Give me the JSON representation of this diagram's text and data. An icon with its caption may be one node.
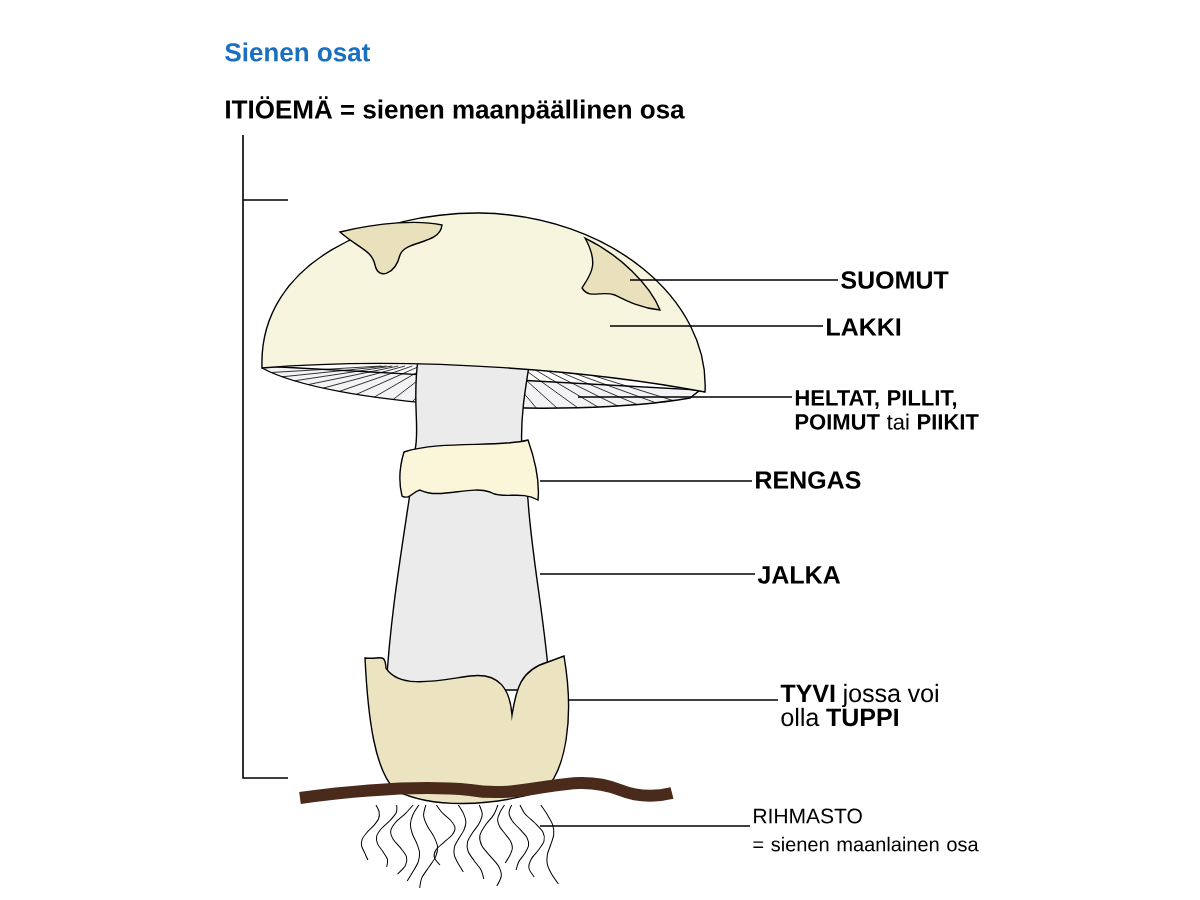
{
  "diagram": {
    "title": "Sienen osat",
    "nodes": [
      {
        "text": [
          "SUOMUT"
        ]
      },
      {
        "text": [
          "LAKKI"
        ]
      },
      {
        "text": [
          "**HELTAT, PILLIT, POIMUT** tai **PIIKIT**"
        ]
      },
      {
        "text": [
          "RENGAS"
        ]
      },
      {
        "text": [
          "JALKA"
        ]
      },
      {
        "text": [
          "**TYVI** jossa voi olla **TUPPI**"
        ]
      },
      {
        "text": [
          "RIHMASTO",
          "= sienen maanlainen osa"
        ]
      }
    ],
    "edges": [
      {
        "from": 0,
        "to": null,
        "arrow": "none"
      },
      {
        "from": 1,
        "to": null,
        "arrow": "none"
      },
      {
        "from": 2,
        "to": null,
        "arrow": "none"
      },
      {
        "from": 3,
        "to": null,
        "arrow": "none"
      },
      {
        "from": 4,
        "to": null,
        "arrow": "none"
      },
      {
        "from": 5,
        "to": null,
        "arrow": "none"
      },
      {
        "from": 6,
        "to": null,
        "arrow": "none"
      }
    ],
    "labels": [
      "ITIÖEMÄ = sienen maanpäällinen osa"
    ]
  }
}
